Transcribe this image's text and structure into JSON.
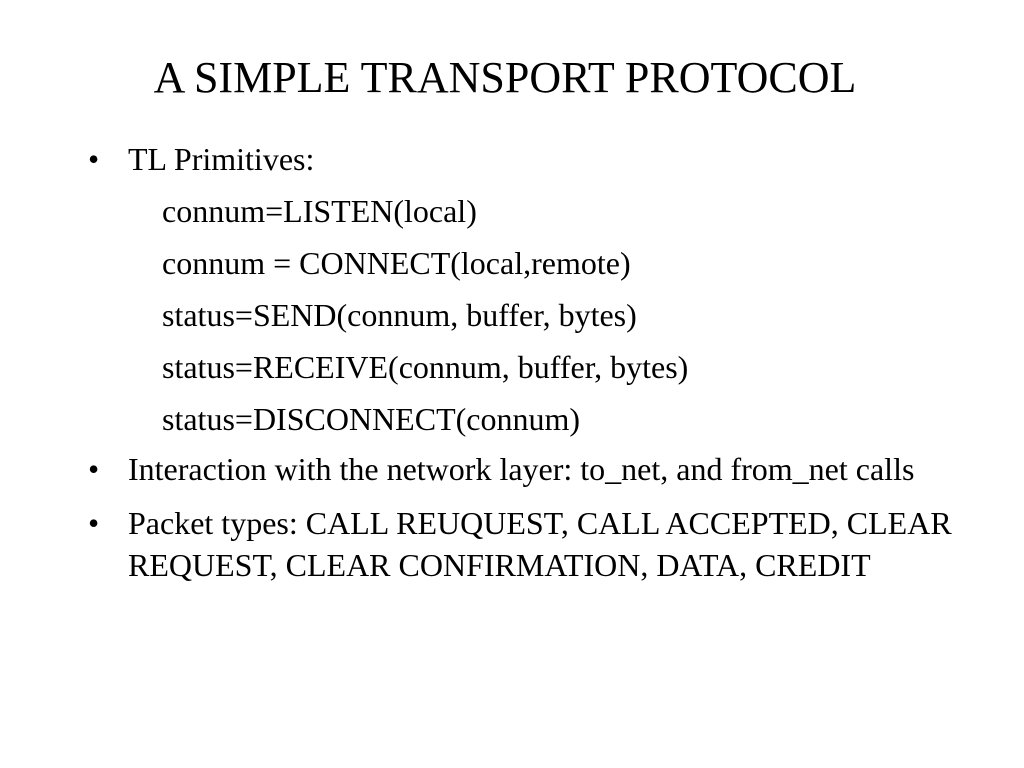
{
  "slide": {
    "title": "A SIMPLE TRANSPORT PROTOCOL",
    "bullet_symbol": "•",
    "bullets": [
      {
        "text": "TL Primitives:",
        "sub_lines": [
          "connum=LISTEN(local)",
          "connum = CONNECT(local,remote)",
          "status=SEND(connum, buffer, bytes)",
          "status=RECEIVE(connum, buffer, bytes)",
          "status=DISCONNECT(connum)"
        ]
      },
      {
        "text": "Interaction with the network layer: to_net, and from_net calls"
      },
      {
        "text": "Packet types: CALL REUQUEST, CALL ACCEPTED, CLEAR REQUEST, CLEAR CONFIRMATION, DATA, CREDIT"
      }
    ]
  }
}
